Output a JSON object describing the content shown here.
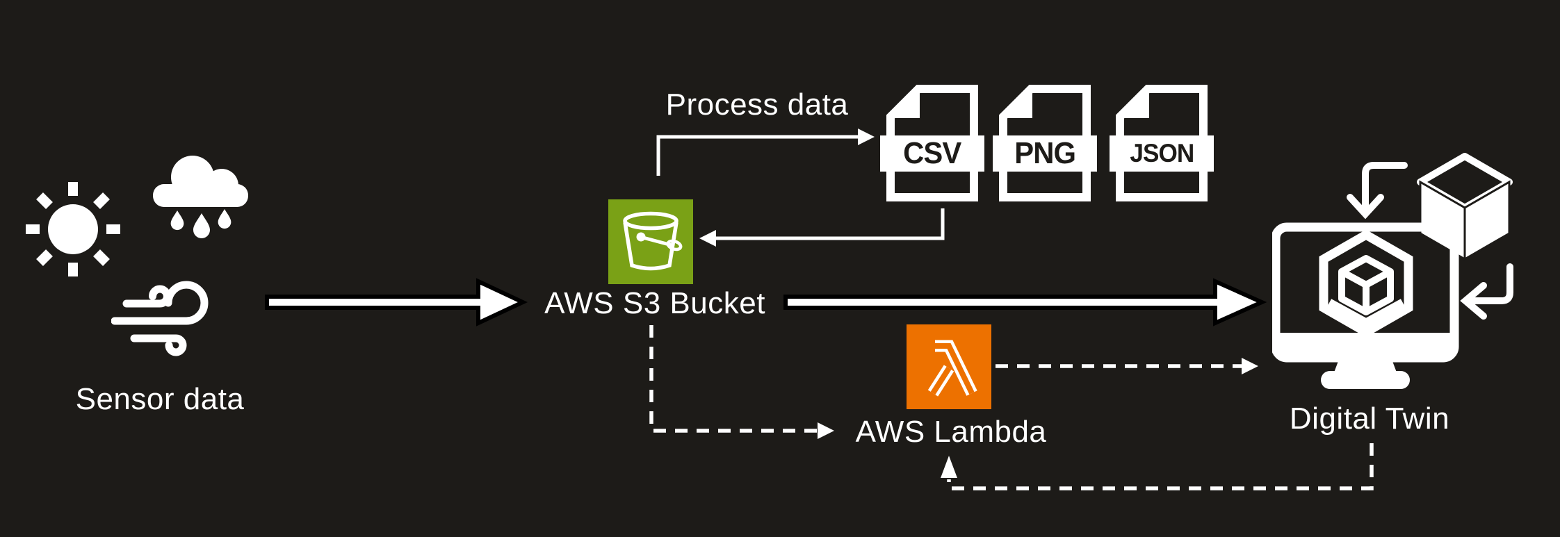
{
  "colors": {
    "background": "#1d1b18",
    "foreground": "#ffffff",
    "s3_green": "#7aa116",
    "lambda_orange": "#ed7100",
    "file_label_text": "#1d1b18",
    "bold_arrow_outline": "#000000"
  },
  "nodes": {
    "sensor": {
      "label": "Sensor data",
      "icons": [
        "sun-icon",
        "rain-cloud-icon",
        "wind-icon"
      ]
    },
    "s3": {
      "label": "AWS S3 Bucket",
      "icon": "s3-bucket-icon",
      "color": "#7aa116"
    },
    "files": [
      {
        "label": "CSV"
      },
      {
        "label": "PNG"
      },
      {
        "label": "JSON"
      }
    ],
    "lambda": {
      "label": "AWS Lambda",
      "icon": "lambda-icon",
      "color": "#ed7100"
    },
    "digital_twin": {
      "label": "Digital Twin",
      "icon": "digital-twin-monitor-icon"
    }
  },
  "edges": [
    {
      "from": "sensor",
      "to": "s3",
      "style": "solid-bold",
      "label": ""
    },
    {
      "from": "s3",
      "to": "files",
      "style": "solid-thin",
      "label": "Process data"
    },
    {
      "from": "files",
      "to": "s3",
      "style": "solid-thin",
      "label": ""
    },
    {
      "from": "s3",
      "to": "digital_twin",
      "style": "solid-bold",
      "label": ""
    },
    {
      "from": "s3",
      "to": "lambda",
      "style": "dashed",
      "label": ""
    },
    {
      "from": "lambda",
      "to": "digital_twin",
      "style": "dashed",
      "label": ""
    },
    {
      "from": "digital_twin",
      "to": "lambda",
      "style": "dashed",
      "label": ""
    }
  ]
}
